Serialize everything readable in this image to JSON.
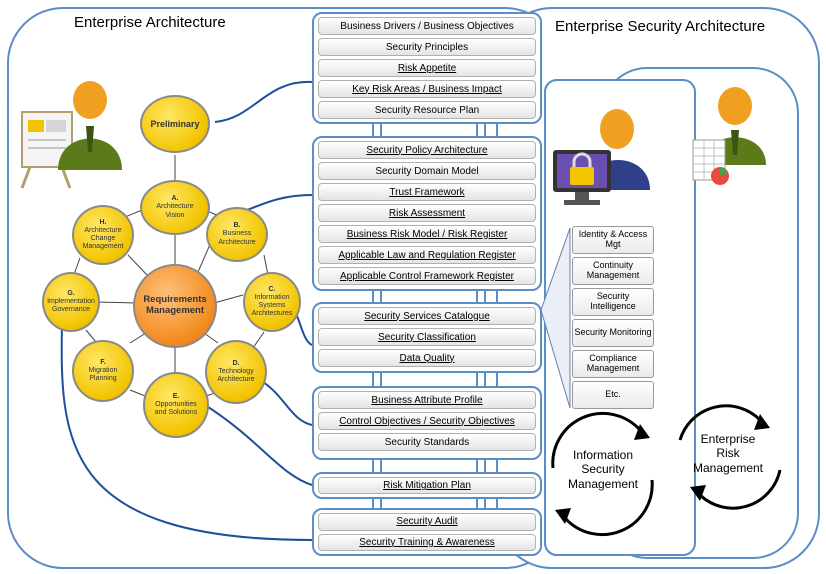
{
  "titles": {
    "left": "Enterprise Architecture",
    "right": "Enterprise Security Architecture"
  },
  "adm": {
    "preliminary": "Preliminary",
    "center": "Requirements Management",
    "phases": [
      {
        "letter": "A.",
        "label": "Architecture Vision"
      },
      {
        "letter": "B.",
        "label": "Business Architecture"
      },
      {
        "letter": "C.",
        "label": "Information Systems Architectures"
      },
      {
        "letter": "D.",
        "label": "Technology Architecture"
      },
      {
        "letter": "E.",
        "label": "Opportunities and Solutions"
      },
      {
        "letter": "F.",
        "label": "Migration Planning"
      },
      {
        "letter": "G.",
        "label": "Implementation Governance"
      },
      {
        "letter": "H.",
        "label": "Architecture Change Management"
      }
    ]
  },
  "groups": [
    {
      "items": [
        {
          "text": "Business Drivers / Business Objectives",
          "u": false
        },
        {
          "text": "Security Principles",
          "u": false
        },
        {
          "text": "Risk Appetite",
          "u": true
        },
        {
          "text": "Key Risk Areas / Business Impact",
          "u": true
        },
        {
          "text": "Security Resource Plan",
          "u": false
        }
      ]
    },
    {
      "items": [
        {
          "text": "Security Policy Architecture",
          "u": true
        },
        {
          "text": "Security Domain Model",
          "u": false
        },
        {
          "text": "Trust Framework",
          "u": true
        },
        {
          "text": "Risk Assessment",
          "u": true
        },
        {
          "text": "Business Risk Model / Risk Register",
          "u": true
        },
        {
          "text": "Applicable Law and Regulation Register",
          "u": true
        },
        {
          "text": "Applicable Control Framework Register",
          "u": true
        }
      ]
    },
    {
      "items": [
        {
          "text": "Security Services Catalogue",
          "u": true
        },
        {
          "text": "Security Classification",
          "u": true
        },
        {
          "text": "Data Quality",
          "u": true
        }
      ]
    },
    {
      "items": [
        {
          "text": "Business Attribute Profile",
          "u": true
        },
        {
          "text": "Control Objectives / Security Objectives",
          "u": true
        },
        {
          "text": "Security Standards",
          "u": false
        }
      ]
    },
    {
      "items": [
        {
          "text": "Risk Mitigation Plan",
          "u": true
        }
      ]
    },
    {
      "items": [
        {
          "text": "Security Audit",
          "u": true
        },
        {
          "text": "Security Training & Awareness",
          "u": true
        }
      ]
    }
  ],
  "services": [
    "Identity & Access Mgt",
    "Continuity Management",
    "Security Intelligence",
    "Security Monitoring",
    "Compliance Management",
    "Etc."
  ],
  "cycles": {
    "infosec": "Information Security Management",
    "erm": "Enterprise Risk Management"
  },
  "colors": {
    "outline": "#5b8ec6",
    "phase_fill": "#f2c400",
    "center_fill": "#f28a1e",
    "person_body": "#5b7a1a",
    "person_head": "#f0a020",
    "monitor_screen": "#6a4fb0",
    "lock": "#f5c400"
  }
}
